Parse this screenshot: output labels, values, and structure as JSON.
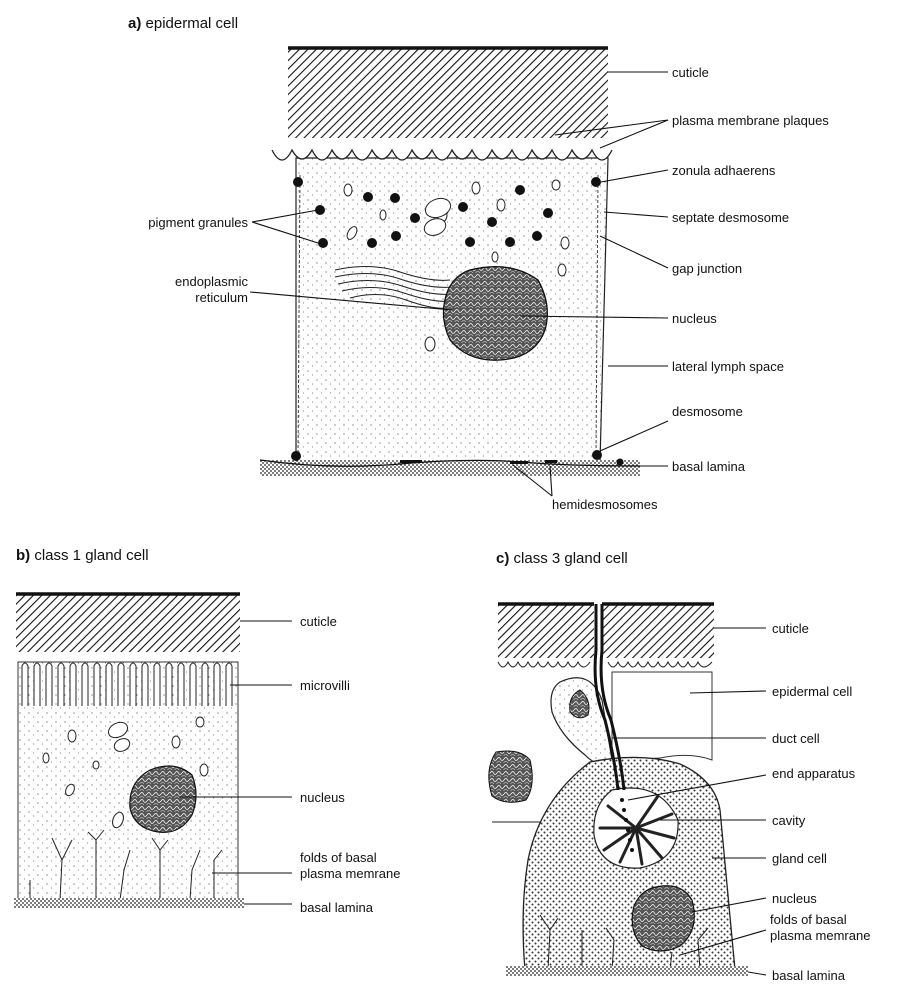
{
  "panels": {
    "a": {
      "letter": "a)",
      "title": "epidermal cell",
      "labels": {
        "cuticle": "cuticle",
        "plasma_membrane_plaques": "plasma membrane plaques",
        "zonula_adhaerens": "zonula adhaerens",
        "septate_desmosome": "septate desmosome",
        "gap_junction": "gap junction",
        "pigment_granules": "pigment granules",
        "endoplasmic_reticulum_1": "endoplasmic",
        "endoplasmic_reticulum_2": "reticulum",
        "nucleus": "nucleus",
        "lateral_lymph_space": "lateral lymph space",
        "desmosome": "desmosome",
        "basal_lamina": "basal lamina",
        "hemidesmosomes": "hemidesmosomes"
      }
    },
    "b": {
      "letter": "b)",
      "title": "class 1 gland cell",
      "labels": {
        "cuticle": "cuticle",
        "microvilli": "microvilli",
        "nucleus": "nucleus",
        "folds_1": "folds of basal",
        "folds_2": "plasma memrane",
        "basal_lamina": "basal lamina"
      }
    },
    "c": {
      "letter": "c)",
      "title": "class 3 gland cell",
      "labels": {
        "cuticle": "cuticle",
        "epidermal_cell": "epidermal cell",
        "duct_cell": "duct cell",
        "end_apparatus": "end apparatus",
        "cavity": "cavity",
        "gland_cell": "gland cell",
        "nucleus": "nucleus",
        "folds_1": "folds of basal",
        "folds_2": "plasma memrane",
        "basal_lamina": "basal lamina"
      }
    }
  }
}
